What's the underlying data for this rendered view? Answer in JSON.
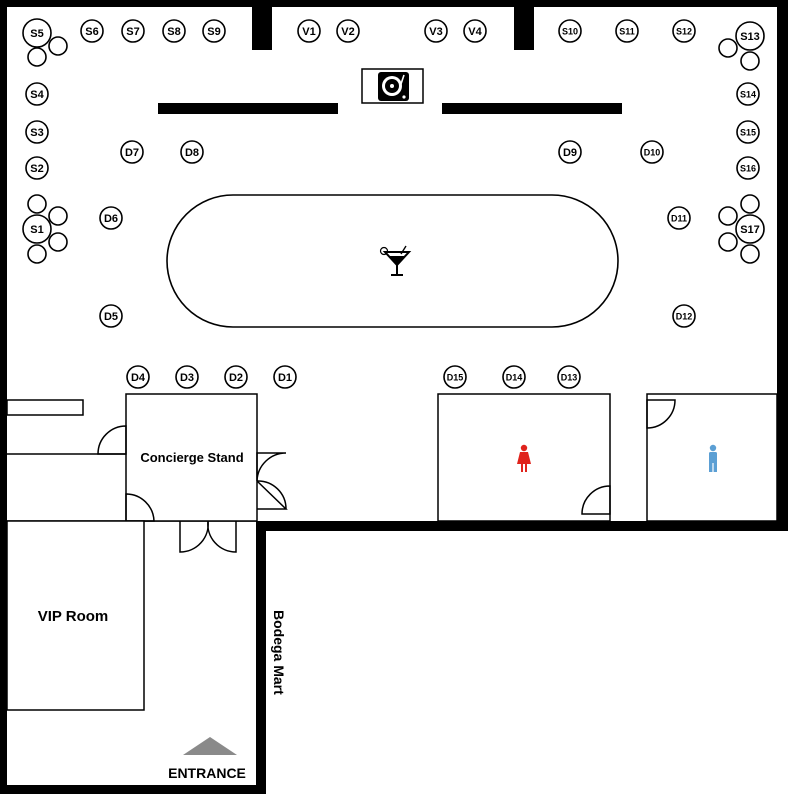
{
  "labels": {
    "concierge": "Concierge Stand",
    "vip": "VIP Room",
    "bodega": "Bodega Mart",
    "entrance": "ENTRANCE"
  },
  "icons": {
    "dj": "turntable-icon",
    "bar": "cocktail-icon",
    "womens_restroom": "woman-icon",
    "mens_restroom": "man-icon",
    "entrance_arrow": "triangle-up-icon"
  },
  "colors": {
    "wall": "#000000",
    "women": "#e0231c",
    "men": "#5b9fd4",
    "arrow": "#8a8a8a"
  },
  "seats": {
    "s1": "S1",
    "s2": "S2",
    "s3": "S3",
    "s4": "S4",
    "s5": "S5",
    "s6": "S6",
    "s7": "S7",
    "s8": "S8",
    "s9": "S9",
    "s10": "S10",
    "s11": "S11",
    "s12": "S12",
    "s13": "S13",
    "s14": "S14",
    "s15": "S15",
    "s16": "S16",
    "s17": "S17",
    "v1": "V1",
    "v2": "V2",
    "v3": "V3",
    "v4": "V4",
    "d1": "D1",
    "d2": "D2",
    "d3": "D3",
    "d4": "D4",
    "d5": "D5",
    "d6": "D6",
    "d7": "D7",
    "d8": "D8",
    "d9": "D9",
    "d10": "D10",
    "d11": "D11",
    "d12": "D12",
    "d13": "D13",
    "d14": "D14",
    "d15": "D15"
  }
}
